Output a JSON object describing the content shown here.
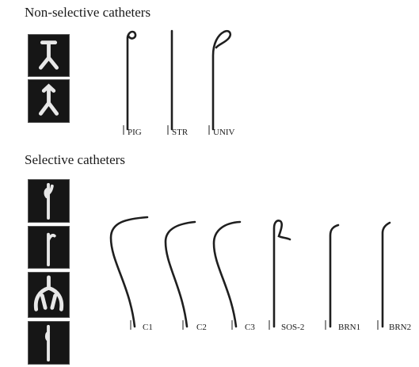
{
  "sections": {
    "non_selective": {
      "title": "Non-selective catheters",
      "thumbnails": [
        "vessel-bifurcation-image",
        "vessel-bifurcation-image"
      ],
      "catheters": [
        "PIG",
        "STR",
        "UNIV"
      ]
    },
    "selective": {
      "title": "Selective catheters",
      "thumbnails": [
        "vessel-image",
        "vessel-image",
        "vessel-branching-image",
        "vessel-image"
      ],
      "catheters": [
        "C1",
        "C2",
        "C3",
        "SOS-2",
        "BRN1",
        "BRN2"
      ]
    }
  },
  "colors": {
    "stroke": "#1f1f1f",
    "thumbnail_bg": "#161616",
    "vessel": "#e8e8e8"
  }
}
